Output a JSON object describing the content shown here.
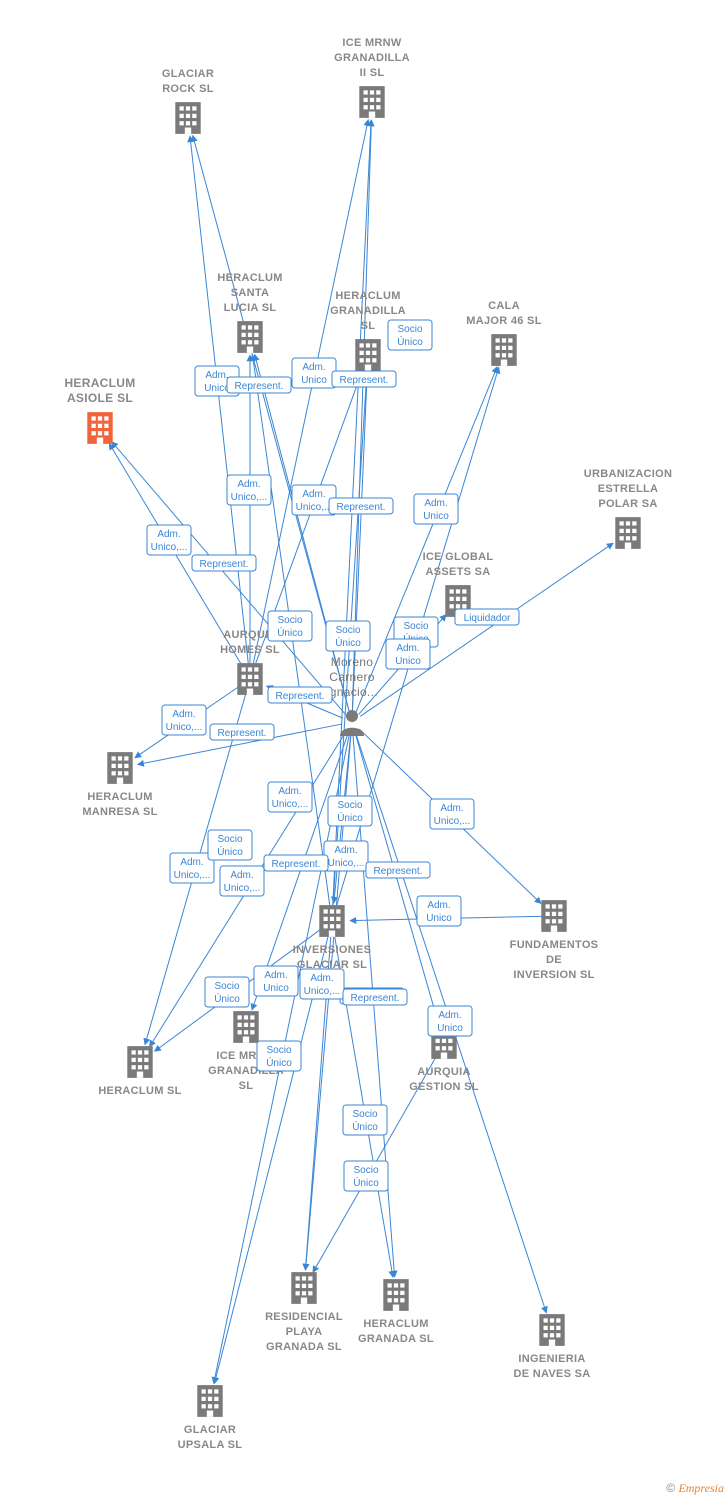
{
  "colors": {
    "edge": "#3a86d6",
    "building": "#7a7a7a",
    "highlight": "#f0663a",
    "person": "#7a7a7a"
  },
  "nodes": [
    {
      "id": "glaciar_rock",
      "type": "building",
      "lines": [
        "GLACIAR",
        "ROCK  SL"
      ]
    },
    {
      "id": "ice_mrnw_2",
      "type": "building",
      "lines": [
        "ICE MRNW",
        "GRANADILLA",
        "II  SL"
      ]
    },
    {
      "id": "heraclum_santa_lucia",
      "type": "building",
      "lines": [
        "HERACLUM",
        "SANTA",
        "LUCIA  SL"
      ]
    },
    {
      "id": "heraclum_granadilla",
      "type": "building",
      "lines": [
        "HERACLUM",
        "GRANADILLA",
        "SL"
      ]
    },
    {
      "id": "cala_major",
      "type": "building",
      "lines": [
        "CALA",
        "MAJOR 46  SL"
      ]
    },
    {
      "id": "heraclum_asiole",
      "type": "building-highlight",
      "lines": [
        "HERACLUM",
        "ASIOLE  SL"
      ]
    },
    {
      "id": "urbanizacion",
      "type": "building",
      "lines": [
        "URBANIZACION",
        "ESTRELLA",
        "POLAR SA"
      ]
    },
    {
      "id": "ice_global",
      "type": "building",
      "lines": [
        "ICE GLOBAL",
        "ASSETS SA"
      ]
    },
    {
      "id": "aurquia_homes",
      "type": "building",
      "lines": [
        "AURQUIA",
        "HOMES  SL"
      ]
    },
    {
      "id": "person",
      "type": "person",
      "lines": [
        "Moreno",
        "Carnero",
        "Ignacio..."
      ]
    },
    {
      "id": "heraclum_manresa",
      "type": "building",
      "lines": [
        "HERACLUM",
        "MANRESA  SL"
      ]
    },
    {
      "id": "fundamentos",
      "type": "building",
      "lines": [
        "FUNDAMENTOS",
        "DE",
        "INVERSION  SL"
      ]
    },
    {
      "id": "inversiones_glaciar",
      "type": "building",
      "lines": [
        "INVERSIONES",
        "GLACIAR  SL"
      ]
    },
    {
      "id": "ice_mrnw",
      "type": "building",
      "lines": [
        "ICE MRNW",
        "GRANADILLA",
        "SL"
      ]
    },
    {
      "id": "heraclum",
      "type": "building",
      "lines": [
        "HERACLUM  SL"
      ]
    },
    {
      "id": "aurquia_gestion",
      "type": "building",
      "lines": [
        "AURQUIA",
        "GESTION  SL"
      ]
    },
    {
      "id": "residencial",
      "type": "building",
      "lines": [
        "RESIDENCIAL",
        "PLAYA",
        "GRANADA  SL"
      ]
    },
    {
      "id": "heraclum_granada",
      "type": "building",
      "lines": [
        "HERACLUM",
        "GRANADA  SL"
      ]
    },
    {
      "id": "ingenieria",
      "type": "building",
      "lines": [
        "INGENIERIA",
        "DE NAVES SA"
      ]
    },
    {
      "id": "glaciar_upsala",
      "type": "building",
      "lines": [
        "GLACIAR",
        "UPSALA SL"
      ]
    }
  ],
  "edges": [
    {
      "from": "aurquia_homes",
      "to": "glaciar_rock"
    },
    {
      "from": "person",
      "to": "glaciar_rock"
    },
    {
      "from": "aurquia_homes",
      "to": "ice_mrnw_2"
    },
    {
      "from": "person",
      "to": "ice_mrnw_2"
    },
    {
      "from": "inversiones_glaciar",
      "to": "ice_mrnw_2"
    },
    {
      "from": "person",
      "to": "heraclum_santa_lucia"
    },
    {
      "from": "aurquia_homes",
      "to": "heraclum_santa_lucia"
    },
    {
      "from": "inversiones_glaciar",
      "to": "heraclum_santa_lucia"
    },
    {
      "from": "person",
      "to": "heraclum_granadilla"
    },
    {
      "from": "aurquia_homes",
      "to": "heraclum_granadilla"
    },
    {
      "from": "inversiones_glaciar",
      "to": "heraclum_granadilla"
    },
    {
      "from": "person",
      "to": "cala_major"
    },
    {
      "from": "inversiones_glaciar",
      "to": "cala_major"
    },
    {
      "from": "person",
      "to": "heraclum_asiole"
    },
    {
      "from": "aurquia_homes",
      "to": "heraclum_asiole"
    },
    {
      "from": "person",
      "to": "urbanizacion"
    },
    {
      "from": "person",
      "to": "ice_global"
    },
    {
      "from": "person",
      "to": "aurquia_homes"
    },
    {
      "from": "person",
      "to": "heraclum_manresa"
    },
    {
      "from": "aurquia_homes",
      "to": "heraclum_manresa"
    },
    {
      "from": "person",
      "to": "fundamentos"
    },
    {
      "from": "fundamentos",
      "to": "inversiones_glaciar"
    },
    {
      "from": "person",
      "to": "inversiones_glaciar"
    },
    {
      "from": "person",
      "to": "ice_mrnw"
    },
    {
      "from": "person",
      "to": "heraclum"
    },
    {
      "from": "aurquia_homes",
      "to": "heraclum"
    },
    {
      "from": "inversiones_glaciar",
      "to": "heraclum"
    },
    {
      "from": "person",
      "to": "aurquia_gestion"
    },
    {
      "from": "person",
      "to": "residencial"
    },
    {
      "from": "inversiones_glaciar",
      "to": "residencial"
    },
    {
      "from": "aurquia_gestion",
      "to": "residencial"
    },
    {
      "from": "person",
      "to": "heraclum_granada"
    },
    {
      "from": "inversiones_glaciar",
      "to": "heraclum_granada"
    },
    {
      "from": "person",
      "to": "ingenieria"
    },
    {
      "from": "person",
      "to": "glaciar_upsala"
    },
    {
      "from": "inversiones_glaciar",
      "to": "glaciar_upsala"
    }
  ],
  "edge_labels": [
    {
      "lines": [
        "Adm.",
        "Unico"
      ]
    },
    {
      "lines": [
        "Represent."
      ]
    },
    {
      "lines": [
        "Adm.",
        "Unico"
      ]
    },
    {
      "lines": [
        "Represent."
      ]
    },
    {
      "lines": [
        "Socio",
        "Único"
      ]
    },
    {
      "lines": [
        "Adm.",
        "Unico,..."
      ]
    },
    {
      "lines": [
        "Adm.",
        "Unico,..."
      ]
    },
    {
      "lines": [
        "Represent."
      ]
    },
    {
      "lines": [
        "Adm.",
        "Unico"
      ]
    },
    {
      "lines": [
        "Adm.",
        "Unico,..."
      ]
    },
    {
      "lines": [
        "Represent."
      ]
    },
    {
      "lines": [
        "Socio",
        "Único"
      ]
    },
    {
      "lines": [
        "Socio",
        "Único"
      ]
    },
    {
      "lines": [
        "Socio",
        "Único"
      ]
    },
    {
      "lines": [
        "Liquidador"
      ]
    },
    {
      "lines": [
        "Adm.",
        "Unico"
      ]
    },
    {
      "lines": [
        "Represent."
      ]
    },
    {
      "lines": [
        "Adm.",
        "Unico,..."
      ]
    },
    {
      "lines": [
        "Represent."
      ]
    },
    {
      "lines": [
        "Adm.",
        "Unico,..."
      ]
    },
    {
      "lines": [
        "Socio",
        "Único"
      ]
    },
    {
      "lines": [
        "Adm.",
        "Unico,..."
      ]
    },
    {
      "lines": [
        "Socio",
        "Único"
      ]
    },
    {
      "lines": [
        "Adm.",
        "Unico,..."
      ]
    },
    {
      "lines": [
        "Represent."
      ]
    },
    {
      "lines": [
        "Adm.",
        "Unico,..."
      ]
    },
    {
      "lines": [
        "Represent."
      ]
    },
    {
      "lines": [
        "Represent."
      ]
    },
    {
      "lines": [
        "Adm.",
        "Unico,..."
      ]
    },
    {
      "lines": [
        "Socio",
        "Único"
      ]
    },
    {
      "lines": [
        "Adm.",
        "Unico"
      ]
    },
    {
      "lines": [
        "Adm.",
        "Unico,..."
      ]
    },
    {
      "lines": [
        "Represent."
      ]
    },
    {
      "lines": [
        "Adm.",
        "Unico"
      ]
    },
    {
      "lines": [
        "Adm.",
        "Unico"
      ]
    },
    {
      "lines": [
        "Socio",
        "Único"
      ]
    },
    {
      "lines": [
        "Socio",
        "Único"
      ]
    },
    {
      "lines": [
        "Socio",
        "Único"
      ]
    }
  ],
  "footer": {
    "copyright": "©",
    "brand": "Empresia"
  }
}
